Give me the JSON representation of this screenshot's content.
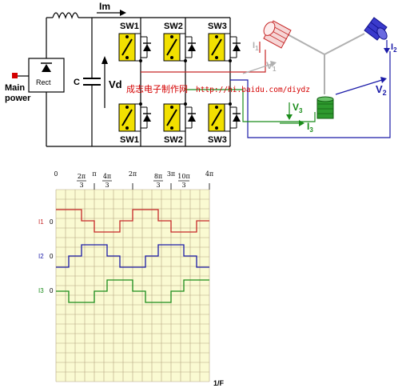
{
  "circuit": {
    "main_power_line1": "Main",
    "main_power_line2": "power",
    "rectifier_label": "Rect",
    "capacitor_label": "C",
    "voltage_label": "Vd",
    "current_label": "Im",
    "switch_top_labels": [
      "SW1",
      "SW2",
      "SW3"
    ],
    "switch_bottom_labels": [
      "SW1",
      "SW2",
      "SW3"
    ],
    "watermark_cn": "成志电子制作网",
    "watermark_url": "http://hi.baidu.com/diydz",
    "motor_labels": {
      "I1": "I",
      "I1_sub": "1",
      "I2": "I",
      "I2_sub": "2",
      "I3": "I",
      "I3_sub": "3",
      "V1": "V",
      "V1_sub": "1",
      "V2": "V",
      "V2_sub": "2",
      "V3": "V",
      "V3_sub": "3"
    },
    "colors": {
      "phase1": "#c62828",
      "phase1_light": "#b0b0b0",
      "phase2": "#1a1aa8",
      "phase3": "#1a8c1a",
      "switch_fill": "#f2e000",
      "wire": "#000000",
      "main_power_dot": "#d40000"
    }
  },
  "waveform": {
    "top_ticks": {
      "zero": "0",
      "pi": "π",
      "two_pi": "2π",
      "three_pi": "3π",
      "four_pi": "4π",
      "frac_2pi3_num": "2π",
      "frac_2pi3_den": "3",
      "frac_4pi3_num": "4π",
      "frac_4pi3_den": "3",
      "frac_8pi3_num": "8π",
      "frac_8pi3_den": "3",
      "frac_10pi3_num": "10π",
      "frac_10pi3_den": "3"
    },
    "row_labels": [
      "I1",
      "I2",
      "I3"
    ],
    "row_zero": "0",
    "x_end_label": "1/F",
    "grid_bg": "#fafad2",
    "grid_line": "#b5a682",
    "series": [
      {
        "name": "I1",
        "color": "#c62828",
        "levels": [
          1,
          1,
          0,
          -1,
          -1,
          0,
          1,
          1,
          0,
          -1,
          -1,
          0
        ]
      },
      {
        "name": "I2",
        "color": "#1a1aa8",
        "levels": [
          -1,
          0,
          1,
          1,
          0,
          -1,
          -1,
          0,
          1,
          1,
          0,
          -1
        ]
      },
      {
        "name": "I3",
        "color": "#1a8c1a",
        "levels": [
          0,
          -1,
          -1,
          0,
          1,
          1,
          0,
          -1,
          -1,
          0,
          1,
          1
        ]
      }
    ]
  }
}
